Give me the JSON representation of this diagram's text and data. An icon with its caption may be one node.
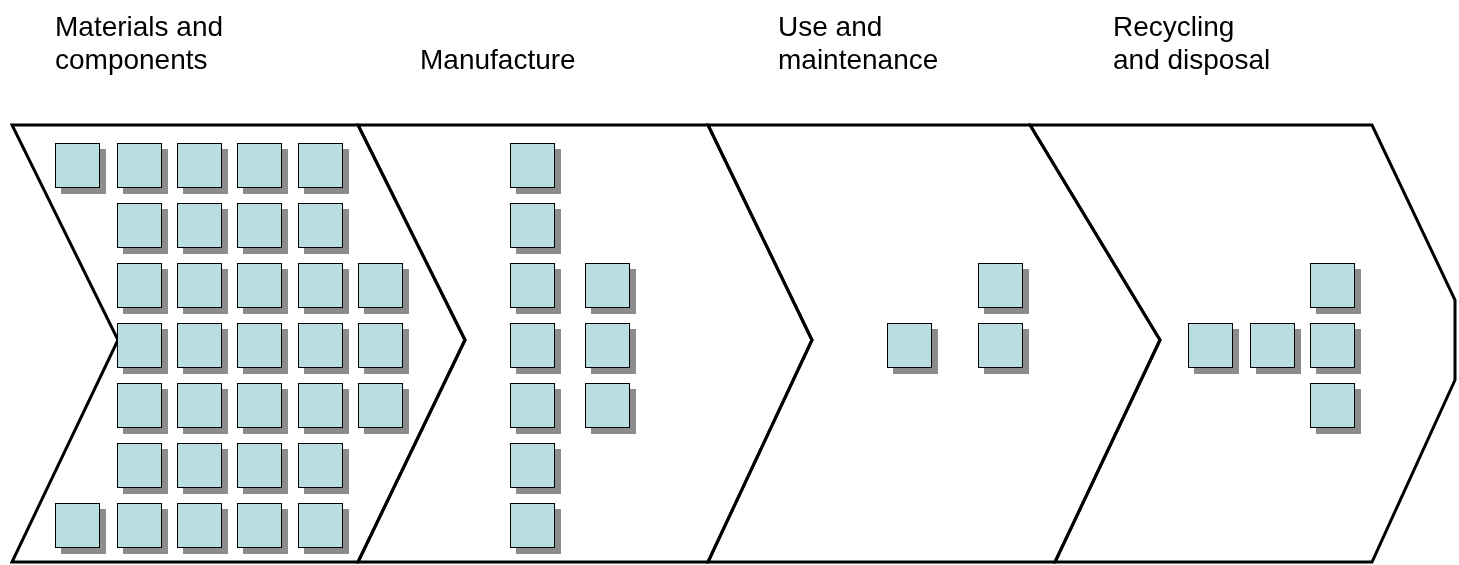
{
  "diagram": {
    "nodes": [
      {
        "text": [
          "Materials and components"
        ]
      },
      {
        "text": [],
        "shape": "box",
        "in": 0
      },
      {
        "text": [],
        "shape": "box",
        "in": 0
      },
      {
        "text": [],
        "shape": "box",
        "in": 0
      },
      {
        "text": [],
        "shape": "box",
        "in": 0
      },
      {
        "text": [],
        "shape": "box",
        "in": 0
      },
      {
        "text": [],
        "shape": "box",
        "in": 0
      },
      {
        "text": [],
        "shape": "box",
        "in": 0
      },
      {
        "text": [],
        "shape": "box",
        "in": 0
      },
      {
        "text": [],
        "shape": "box",
        "in": 0
      },
      {
        "text": [],
        "shape": "box",
        "in": 0
      },
      {
        "text": [],
        "shape": "box",
        "in": 0
      },
      {
        "text": [],
        "shape": "box",
        "in": 0
      },
      {
        "text": [],
        "shape": "box",
        "in": 0
      },
      {
        "text": [],
        "shape": "box",
        "in": 0
      },
      {
        "text": [],
        "shape": "box",
        "in": 0
      },
      {
        "text": [],
        "shape": "box",
        "in": 0
      },
      {
        "text": [],
        "shape": "box",
        "in": 0
      },
      {
        "text": [],
        "shape": "box",
        "in": 0
      },
      {
        "text": [],
        "shape": "box",
        "in": 0
      },
      {
        "text": [],
        "shape": "box",
        "in": 0
      },
      {
        "text": [],
        "shape": "box",
        "in": 0
      },
      {
        "text": [],
        "shape": "box",
        "in": 0
      },
      {
        "text": [],
        "shape": "box",
        "in": 0
      },
      {
        "text": [],
        "shape": "box",
        "in": 0
      },
      {
        "text": [],
        "shape": "box",
        "in": 0
      },
      {
        "text": [],
        "shape": "box",
        "in": 0
      },
      {
        "text": [],
        "shape": "box",
        "in": 0
      },
      {
        "text": [],
        "shape": "box",
        "in": 0
      },
      {
        "text": [],
        "shape": "box",
        "in": 0
      },
      {
        "text": [],
        "shape": "box",
        "in": 0
      },
      {
        "text": [],
        "shape": "box",
        "in": 0
      },
      {
        "text": [],
        "shape": "box",
        "in": 0
      },
      {
        "text": [],
        "shape": "box",
        "in": 0
      },
      {
        "text": [
          "Manufacture"
        ]
      },
      {
        "text": [],
        "shape": "box",
        "in": 34
      },
      {
        "text": [],
        "shape": "box",
        "in": 34
      },
      {
        "text": [],
        "shape": "box",
        "in": 34
      },
      {
        "text": [],
        "shape": "box",
        "in": 34
      },
      {
        "text": [],
        "shape": "box",
        "in": 34
      },
      {
        "text": [],
        "shape": "box",
        "in": 34
      },
      {
        "text": [],
        "shape": "box",
        "in": 34
      },
      {
        "text": [],
        "shape": "box",
        "in": 34
      },
      {
        "text": [],
        "shape": "box",
        "in": 34
      },
      {
        "text": [],
        "shape": "box",
        "in": 34
      },
      {
        "text": [
          "Use and maintenance"
        ]
      },
      {
        "text": [],
        "shape": "box",
        "in": 45
      },
      {
        "text": [],
        "shape": "box",
        "in": 45
      },
      {
        "text": [],
        "shape": "box",
        "in": 45
      },
      {
        "text": [
          "Recycling and disposal"
        ]
      },
      {
        "text": [],
        "shape": "box",
        "in": 49
      },
      {
        "text": [],
        "shape": "box",
        "in": 49
      },
      {
        "text": [],
        "shape": "box",
        "in": 49
      },
      {
        "text": [],
        "shape": "box",
        "in": 49
      },
      {
        "text": [],
        "shape": "box",
        "in": 49
      }
    ]
  }
}
